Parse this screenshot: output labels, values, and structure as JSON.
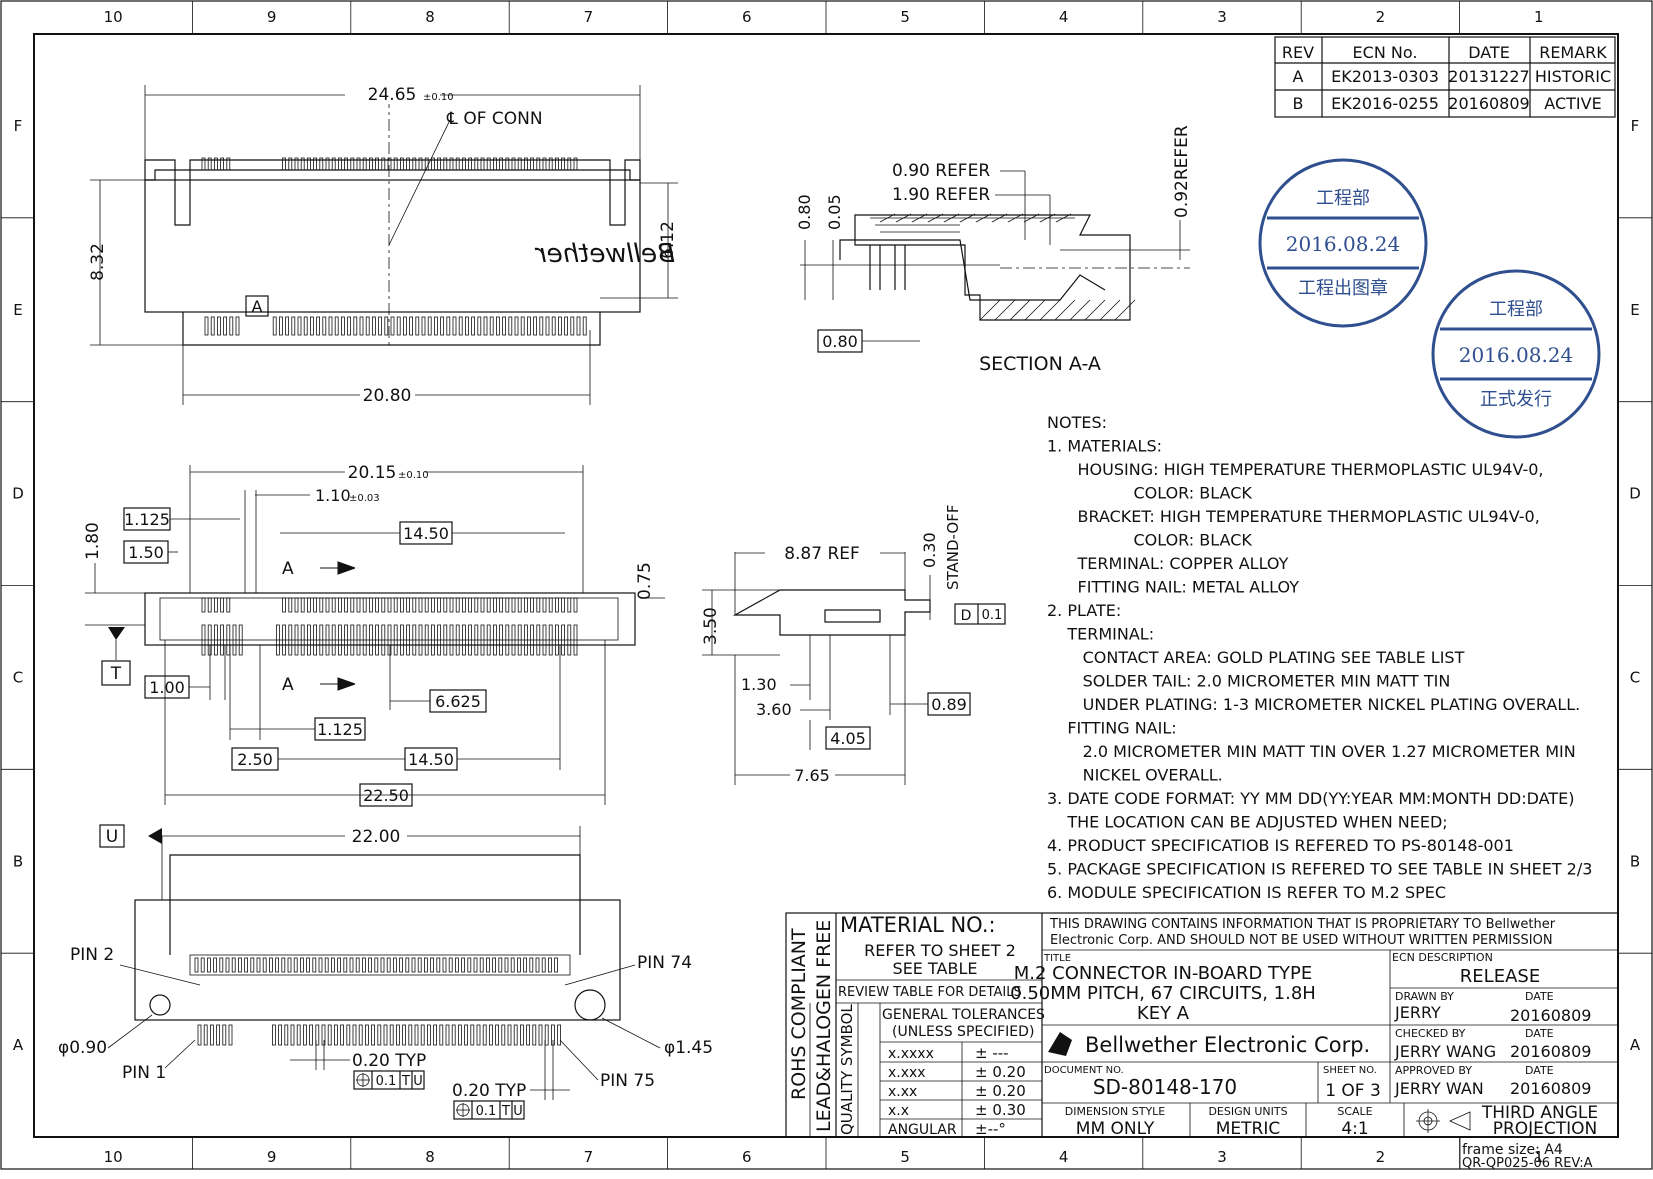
{
  "frame": {
    "col_labels": [
      "10",
      "9",
      "8",
      "7",
      "6",
      "5",
      "4",
      "3",
      "2",
      "1"
    ],
    "row_labels": [
      "F",
      "E",
      "D",
      "C",
      "B",
      "A"
    ]
  },
  "rev_table": {
    "headers": [
      "REV",
      "ECN No.",
      "DATE",
      "REMARK"
    ],
    "rows": [
      [
        "A",
        "EK2013-0303",
        "20131227",
        "HISTORIC"
      ],
      [
        "B",
        "EK2016-0255",
        "20160809",
        "ACTIVE"
      ]
    ]
  },
  "stamps": [
    {
      "dept": "工程部",
      "date": "2016.08.24",
      "label": "工程出图章"
    },
    {
      "dept": "工程部",
      "date": "2016.08.24",
      "label": "正式发行"
    }
  ],
  "top_view": {
    "dim_width": "24.65",
    "dim_width_tol": "±0.10",
    "centerline": "℄ OF CONN",
    "dim_height": "8.32",
    "dim_right": "6.12",
    "dim_bottom": "20.80",
    "brand_mirror": "Bellwether",
    "marker": "A"
  },
  "section": {
    "refer1": "0.90 REFER",
    "refer2": "1.90 REFER",
    "refer3": "0.92REFER",
    "v1": "0.80",
    "v2": "0.05",
    "box": "0.80",
    "title": "SECTION A-A"
  },
  "front_view": {
    "w": "20.15",
    "w_tol": "±0.10",
    "pitch": "1.10",
    "pitch_tol": "±0.03",
    "b1": "1.125",
    "b2": "1.50",
    "b3": "14.50",
    "v1": "1.80",
    "v2": "0.75",
    "datum_t": "T",
    "b4": "1.00",
    "b5": "6.625",
    "b6": "1.125",
    "b7": "2.50",
    "b8": "14.50",
    "b9": "22.50",
    "sec_a": "A"
  },
  "side_view": {
    "ref": "8.87  REF",
    "standoff": "0.30",
    "standoff_lbl": "STAND-OFF",
    "h": "3.50",
    "flat": "0.1",
    "d1": "1.30",
    "d2": "3.60",
    "d3": "0.89",
    "d4": "4.05",
    "d5": "7.65",
    "flat_sym": "D"
  },
  "bottom_view": {
    "datum_u": "U",
    "w": "22.00",
    "pin2": "PIN 2",
    "pin74": "PIN 74",
    "pin1": "PIN 1",
    "pin75": "PIN 75",
    "hole1": "φ0.90",
    "hole2": "φ1.45",
    "typ1": "0.20  TYP",
    "typ2": "0.20  TYP",
    "fcf_val": "0.1",
    "fcf_t": "T",
    "fcf_u": "U"
  },
  "notes": [
    "NOTES:",
    "1. MATERIALS:",
    "      HOUSING: HIGH TEMPERATURE THERMOPLASTIC UL94V-0,",
    "                 COLOR: BLACK",
    "      BRACKET: HIGH TEMPERATURE THERMOPLASTIC UL94V-0,",
    "                 COLOR: BLACK",
    "      TERMINAL: COPPER ALLOY",
    "      FITTING NAIL: METAL ALLOY",
    "2. PLATE:",
    "    TERMINAL:",
    "       CONTACT AREA: GOLD PLATING SEE TABLE LIST",
    "       SOLDER TAIL: 2.0 MICROMETER MIN MATT TIN",
    "       UNDER PLATING: 1-3 MICROMETER NICKEL PLATING OVERALL.",
    "    FITTING NAIL:",
    "       2.0 MICROMETER MIN MATT TIN OVER 1.27 MICROMETER MIN",
    "       NICKEL OVERALL.",
    "3. DATE CODE FORMAT: YY MM DD(YY:YEAR MM:MONTH DD:DATE)",
    "    THE LOCATION CAN BE ADJUSTED WHEN NEED;",
    "4. PRODUCT SPECIFICATIOB IS REFERED TO PS-80148-001",
    "5. PACKAGE SPECIFICATION IS REFERED TO SEE TABLE IN SHEET 2/3",
    "6. MODULE SPECIFICATION IS REFER TO M.2 SPEC"
  ],
  "title_block": {
    "rohs": "ROHS COMPLIANT",
    "lead": "LEAD&HALOGEN FREE",
    "quality": "QUALITY SYMBOL",
    "material_no": "MATERIAL  NO.:",
    "refer_sheet": "REFER TO SHEET 2",
    "see_table": "SEE TABLE",
    "review": "REVIEW TABLE FOR DETAILS",
    "gen_tol": "GENERAL TOLERANCES",
    "unless": "(UNLESS SPECIFIED)",
    "tol_rows": [
      [
        "x.xxxx",
        "± ---"
      ],
      [
        "x.xxx",
        "± 0.20"
      ],
      [
        "x.xx",
        "± 0.20"
      ],
      [
        "x.x",
        "± 0.30"
      ],
      [
        "ANGULAR",
        "±--°"
      ]
    ],
    "prop1": "THIS DRAWING CONTAINS INFORMATION THAT IS PROPRIETARY TO Bellwether",
    "prop2": "Electronic Corp. AND SHOULD NOT BE USED WITHOUT WRITTEN PERMISSION",
    "title_lbl": "TITLE",
    "title1": "M.2 CONNECTOR IN-BOARD TYPE",
    "title2": "0.50MM PITCH, 67 CIRCUITS, 1.8H",
    "title3": "KEY A",
    "company": "Bellwether  Electronic  Corp.",
    "doc_lbl": "DOCUMENT NO.",
    "doc_no": "SD-80148-170",
    "sheet_lbl": "SHEET NO.",
    "sheet_no": "1  OF  3",
    "dim_lbl": "DIMENSION STYLE",
    "dim_val": "MM ONLY",
    "units_lbl": "DESIGN UNITS",
    "units_val": "METRIC",
    "scale_lbl": "SCALE",
    "scale_val": "4:1",
    "ecn_lbl": "ECN DESCRIPTION",
    "ecn_val": "RELEASE",
    "drawn_lbl": "DRAWN BY",
    "drawn": "JERRY",
    "drawn_date": "20160809",
    "checked_lbl": "CHECKED BY",
    "checked": "JERRY WANG",
    "checked_date": "20160809",
    "approved_lbl": "APPROVED BY",
    "approved": "JERRY WAN",
    "approved_date": "20160809",
    "date_lbl": "DATE",
    "proj1": "THIRD ANGLE",
    "proj2": "PROJECTION",
    "frame_size": "frame size: A4",
    "form_no": "QR-QP025-06 REV:A"
  }
}
